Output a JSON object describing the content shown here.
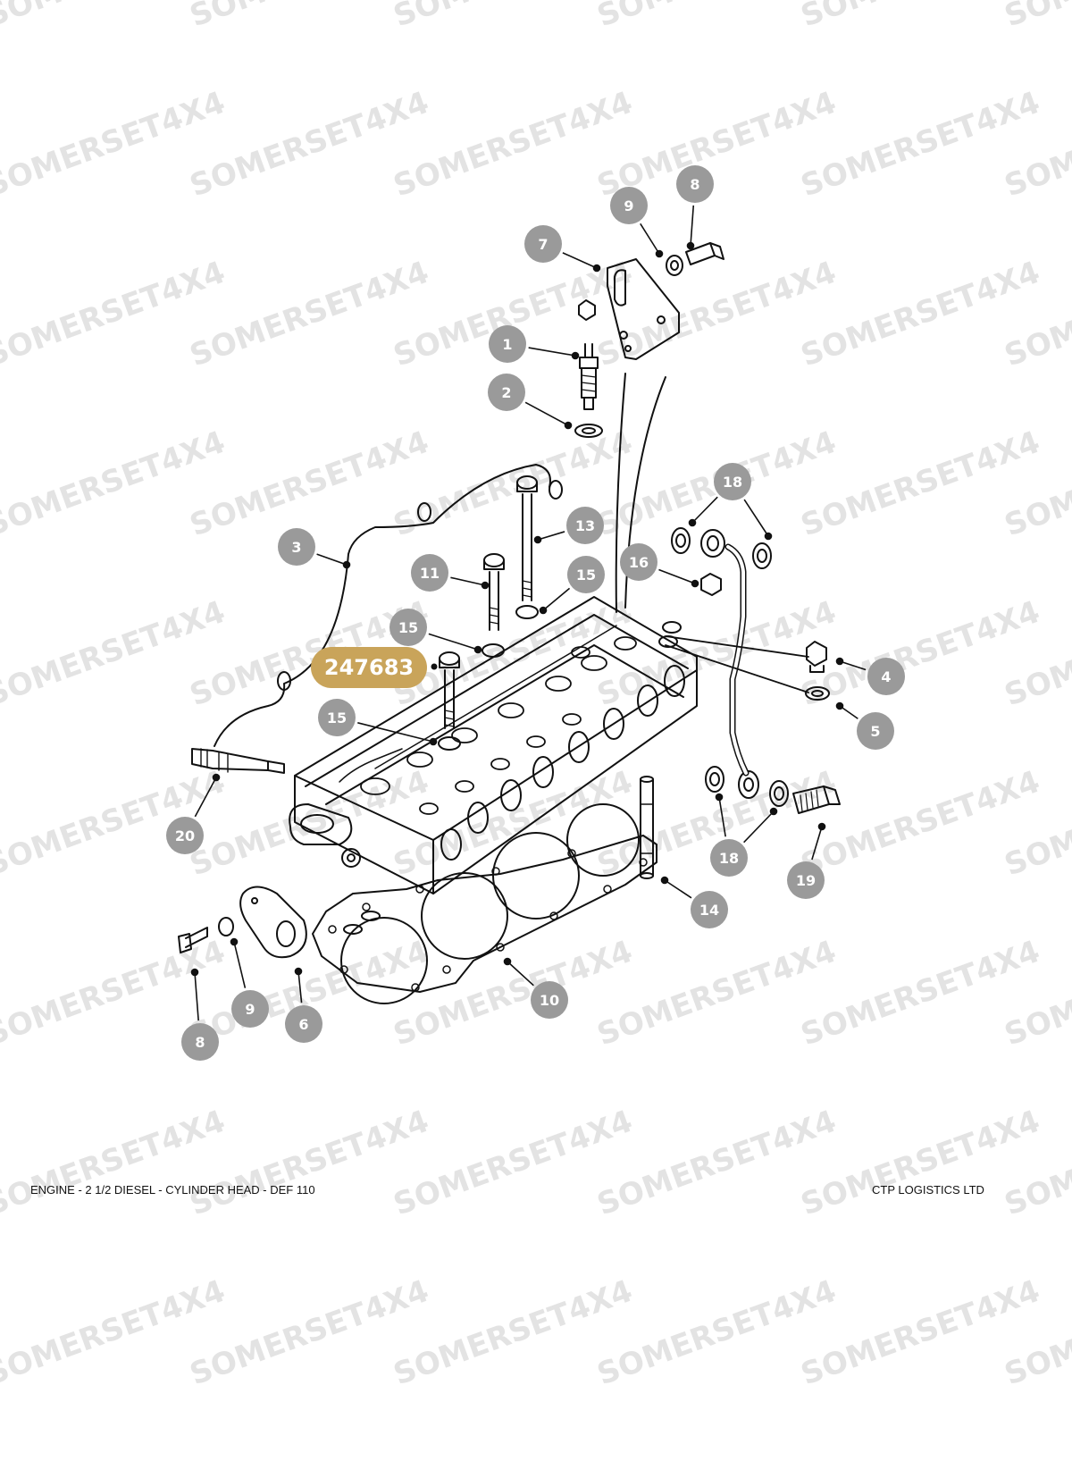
{
  "watermark": "SOMERSET4X4",
  "colors": {
    "callout_fill": "#9a9a9a",
    "callout_text": "#ffffff",
    "highlight_fill": "#c9a45a",
    "line": "#111111",
    "watermark": "#e3e3e3"
  },
  "highlight_label": "247683",
  "callouts": [
    "1",
    "2",
    "3",
    "4",
    "5",
    "6",
    "7",
    "8",
    "8",
    "9",
    "9",
    "10",
    "11",
    "13",
    "14",
    "15",
    "15",
    "15",
    "16",
    "18",
    "18",
    "19",
    "20"
  ],
  "footer": {
    "left": "ENGINE - 2 1/2 DIESEL - CYLINDER HEAD - DEF 110",
    "right": "CTP LOGISTICS LTD"
  }
}
